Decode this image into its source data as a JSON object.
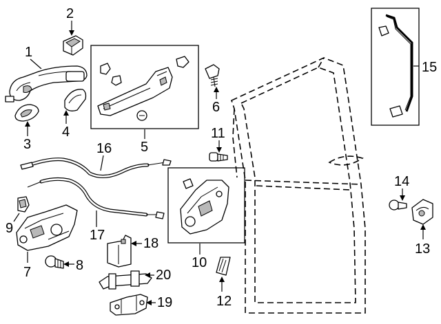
{
  "callouts": {
    "c1": "1",
    "c2": "2",
    "c3": "3",
    "c4": "4",
    "c5": "5",
    "c6": "6",
    "c7": "7",
    "c8": "8",
    "c9": "9",
    "c10": "10",
    "c11": "11",
    "c12": "12",
    "c13": "13",
    "c14": "14",
    "c15": "15",
    "c16": "16",
    "c17": "17",
    "c18": "18",
    "c19": "19",
    "c20": "20"
  },
  "colors": {
    "line": "#000000",
    "shade": "#b9b9b9",
    "background": "#ffffff"
  }
}
